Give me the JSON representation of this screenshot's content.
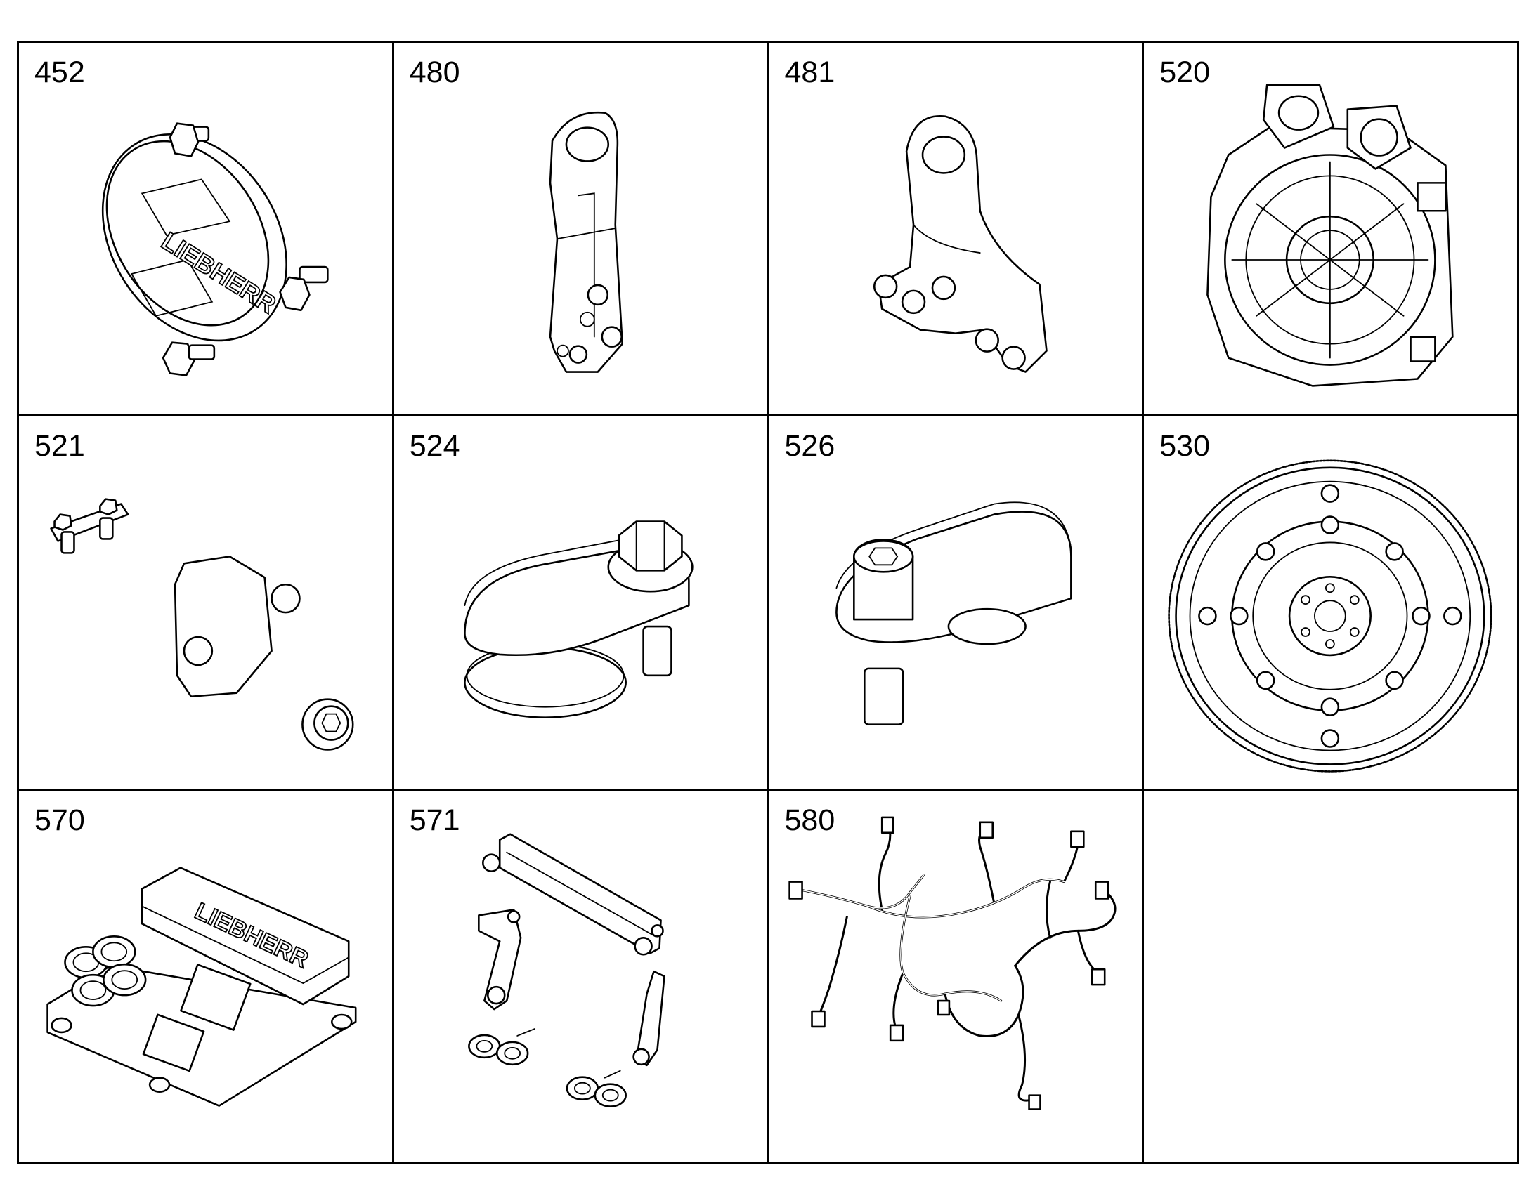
{
  "cells": [
    {
      "label": "452",
      "art": "liebherr-cover-plate",
      "logo_text": "LIEBHERR"
    },
    {
      "label": "480",
      "art": "lifting-lug-bracket"
    },
    {
      "label": "481",
      "art": "lifting-eye-bracket"
    },
    {
      "label": "520",
      "art": "flywheel-housing"
    },
    {
      "label": "521",
      "art": "cover-plate-set"
    },
    {
      "label": "524",
      "art": "plug-cover-hex"
    },
    {
      "label": "526",
      "art": "plug-cover-socket"
    },
    {
      "label": "530",
      "art": "flywheel-ring-gear"
    },
    {
      "label": "570",
      "art": "control-unit",
      "logo_text": "LIEBHERR"
    },
    {
      "label": "571",
      "art": "bracket-set"
    },
    {
      "label": "580",
      "art": "wiring-harness"
    },
    {
      "label": "",
      "art": "empty"
    }
  ]
}
